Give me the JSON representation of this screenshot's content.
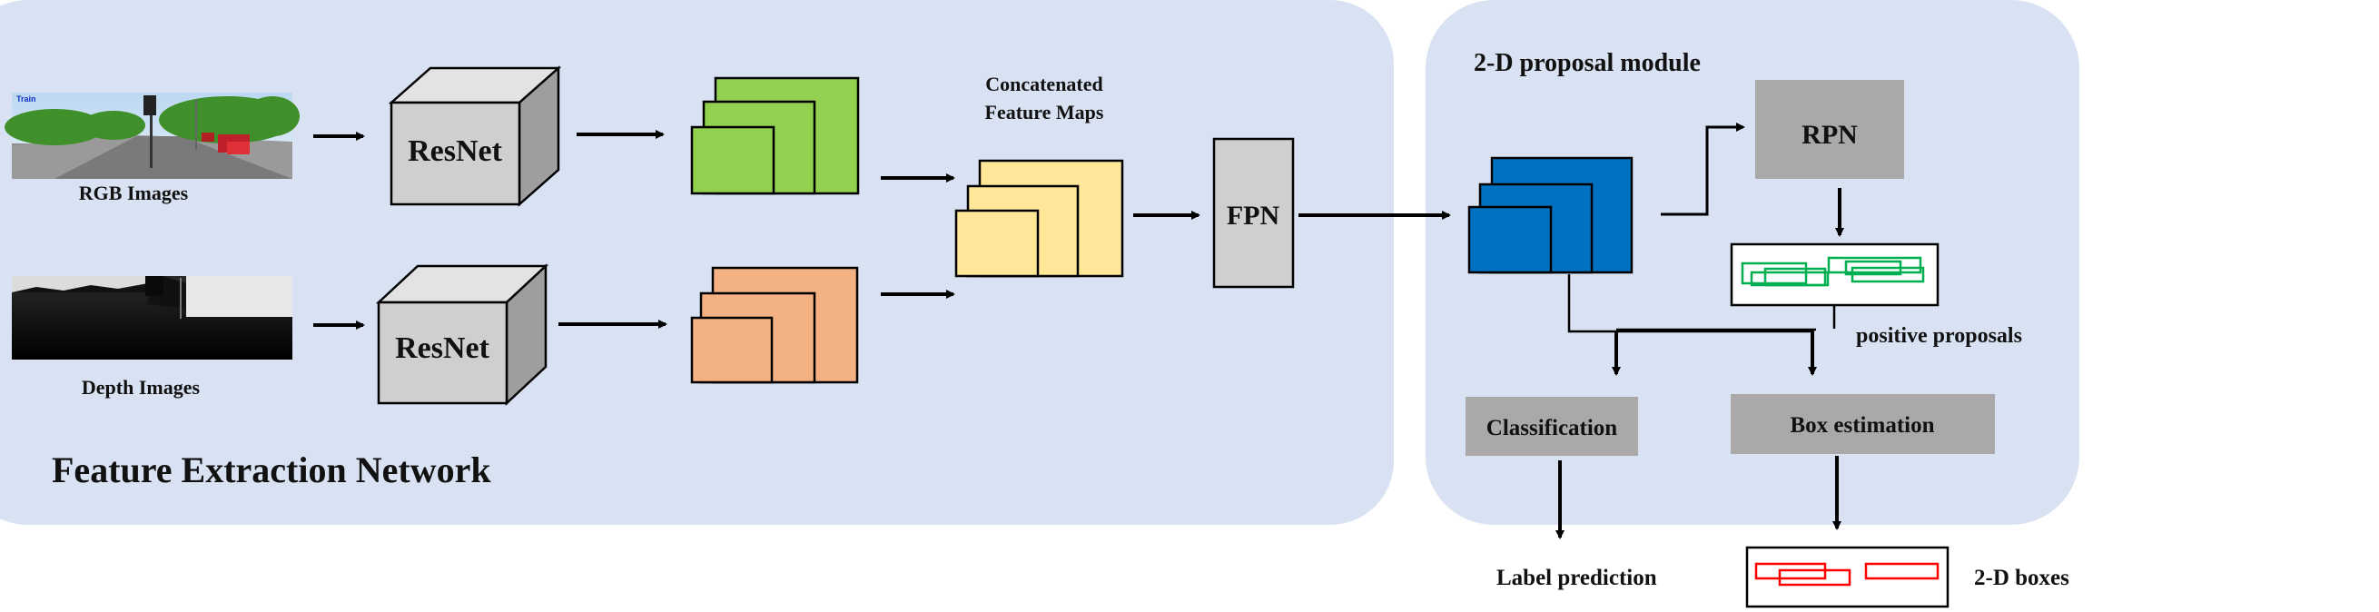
{
  "left_panel": {
    "title": "Feature Extraction Network",
    "rgb_label": "RGB Images",
    "depth_label": "Depth Images",
    "rgb_resnet": "ResNet",
    "depth_resnet": "ResNet",
    "concat_label_line1": "Concatenated",
    "concat_label_line2": "Feature Maps",
    "fpn": "FPN",
    "rgb_thumb_caption": "Train"
  },
  "right_panel": {
    "title": "2-D proposal module",
    "rpn": "RPN",
    "positive_proposals": "positive proposals",
    "classification": "Classification",
    "box_estimation": "Box estimation",
    "label_prediction": "Label prediction",
    "boxes_2d": "2-D boxes"
  },
  "colors": {
    "panel_bg": "#d9e2f2",
    "green_map": "#92d050",
    "orange_map": "#f4b183",
    "yellow_map": "#ffe699",
    "blue_map": "#0070c0",
    "gray_block": "#aaa8a8",
    "fpn_fill": "#d0cece",
    "proposal_green": "#00b050",
    "box_red": "#ff0000"
  }
}
